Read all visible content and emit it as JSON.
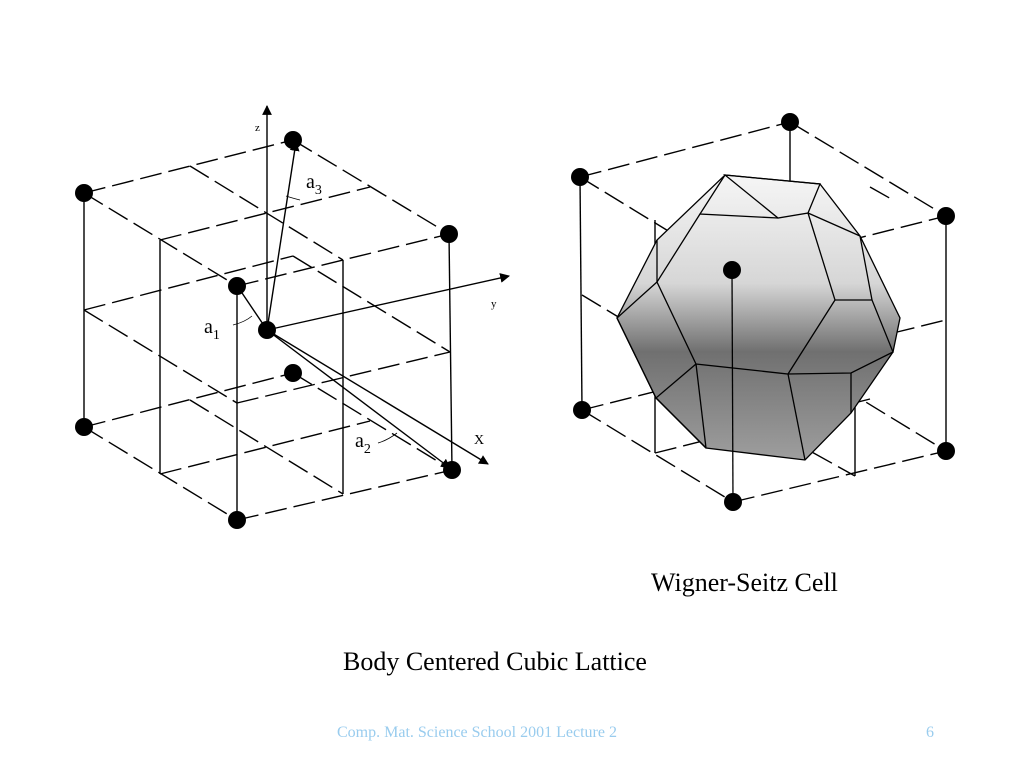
{
  "left_diagram": {
    "axis_z": "z",
    "axis_y": "y",
    "axis_x": "X",
    "vector_a1": {
      "base": "a",
      "sub": "1"
    },
    "vector_a2": {
      "base": "a",
      "sub": "2"
    },
    "vector_a3": {
      "base": "a",
      "sub": "3"
    }
  },
  "right_caption": "Wigner-Seitz Cell",
  "main_caption": "Body Centered Cubic Lattice",
  "footer": {
    "text": "Comp. Mat. Science School 2001 Lecture 2",
    "page_number": "6"
  },
  "colors": {
    "footer_text": "#99ccee",
    "line": "#000000",
    "lattice_point": "#000000"
  }
}
